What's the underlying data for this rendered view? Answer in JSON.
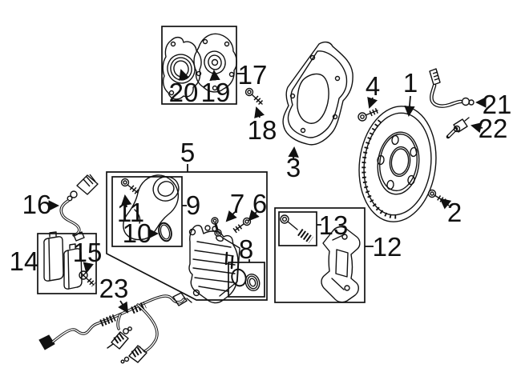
{
  "diagram": {
    "background": "#ffffff",
    "ink": "#111111",
    "type": "exploded-parts-diagram",
    "subject": "rear-disc-brake-components",
    "callouts": [
      {
        "number": "1",
        "part": "brake-disc"
      },
      {
        "number": "2",
        "part": "disc-retaining-screw"
      },
      {
        "number": "3",
        "part": "splash-shield"
      },
      {
        "number": "4",
        "part": "shield-bolt"
      },
      {
        "number": "5",
        "part": "caliper-assembly-group"
      },
      {
        "number": "6",
        "part": "bleeder-screw"
      },
      {
        "number": "7",
        "part": "caliper-pin"
      },
      {
        "number": "8",
        "part": "piston-seal-kit"
      },
      {
        "number": "9",
        "part": "parking-brake-actuator"
      },
      {
        "number": "10",
        "part": "o-ring"
      },
      {
        "number": "11",
        "part": "actuator-bolt"
      },
      {
        "number": "12",
        "part": "caliper-bracket-group"
      },
      {
        "number": "13",
        "part": "guide-pin"
      },
      {
        "number": "14",
        "part": "brake-pad-set"
      },
      {
        "number": "15",
        "part": "pad-screw"
      },
      {
        "number": "16",
        "part": "abs-sensor"
      },
      {
        "number": "17",
        "part": "wheel-hub-group"
      },
      {
        "number": "18",
        "part": "hub-bolt"
      },
      {
        "number": "19",
        "part": "wheel-hub"
      },
      {
        "number": "20",
        "part": "hub-dust-plate"
      },
      {
        "number": "21",
        "part": "brake-hose"
      },
      {
        "number": "22",
        "part": "wheel-speed-sensor"
      },
      {
        "number": "23",
        "part": "pad-wear-sensor-harness"
      }
    ]
  }
}
